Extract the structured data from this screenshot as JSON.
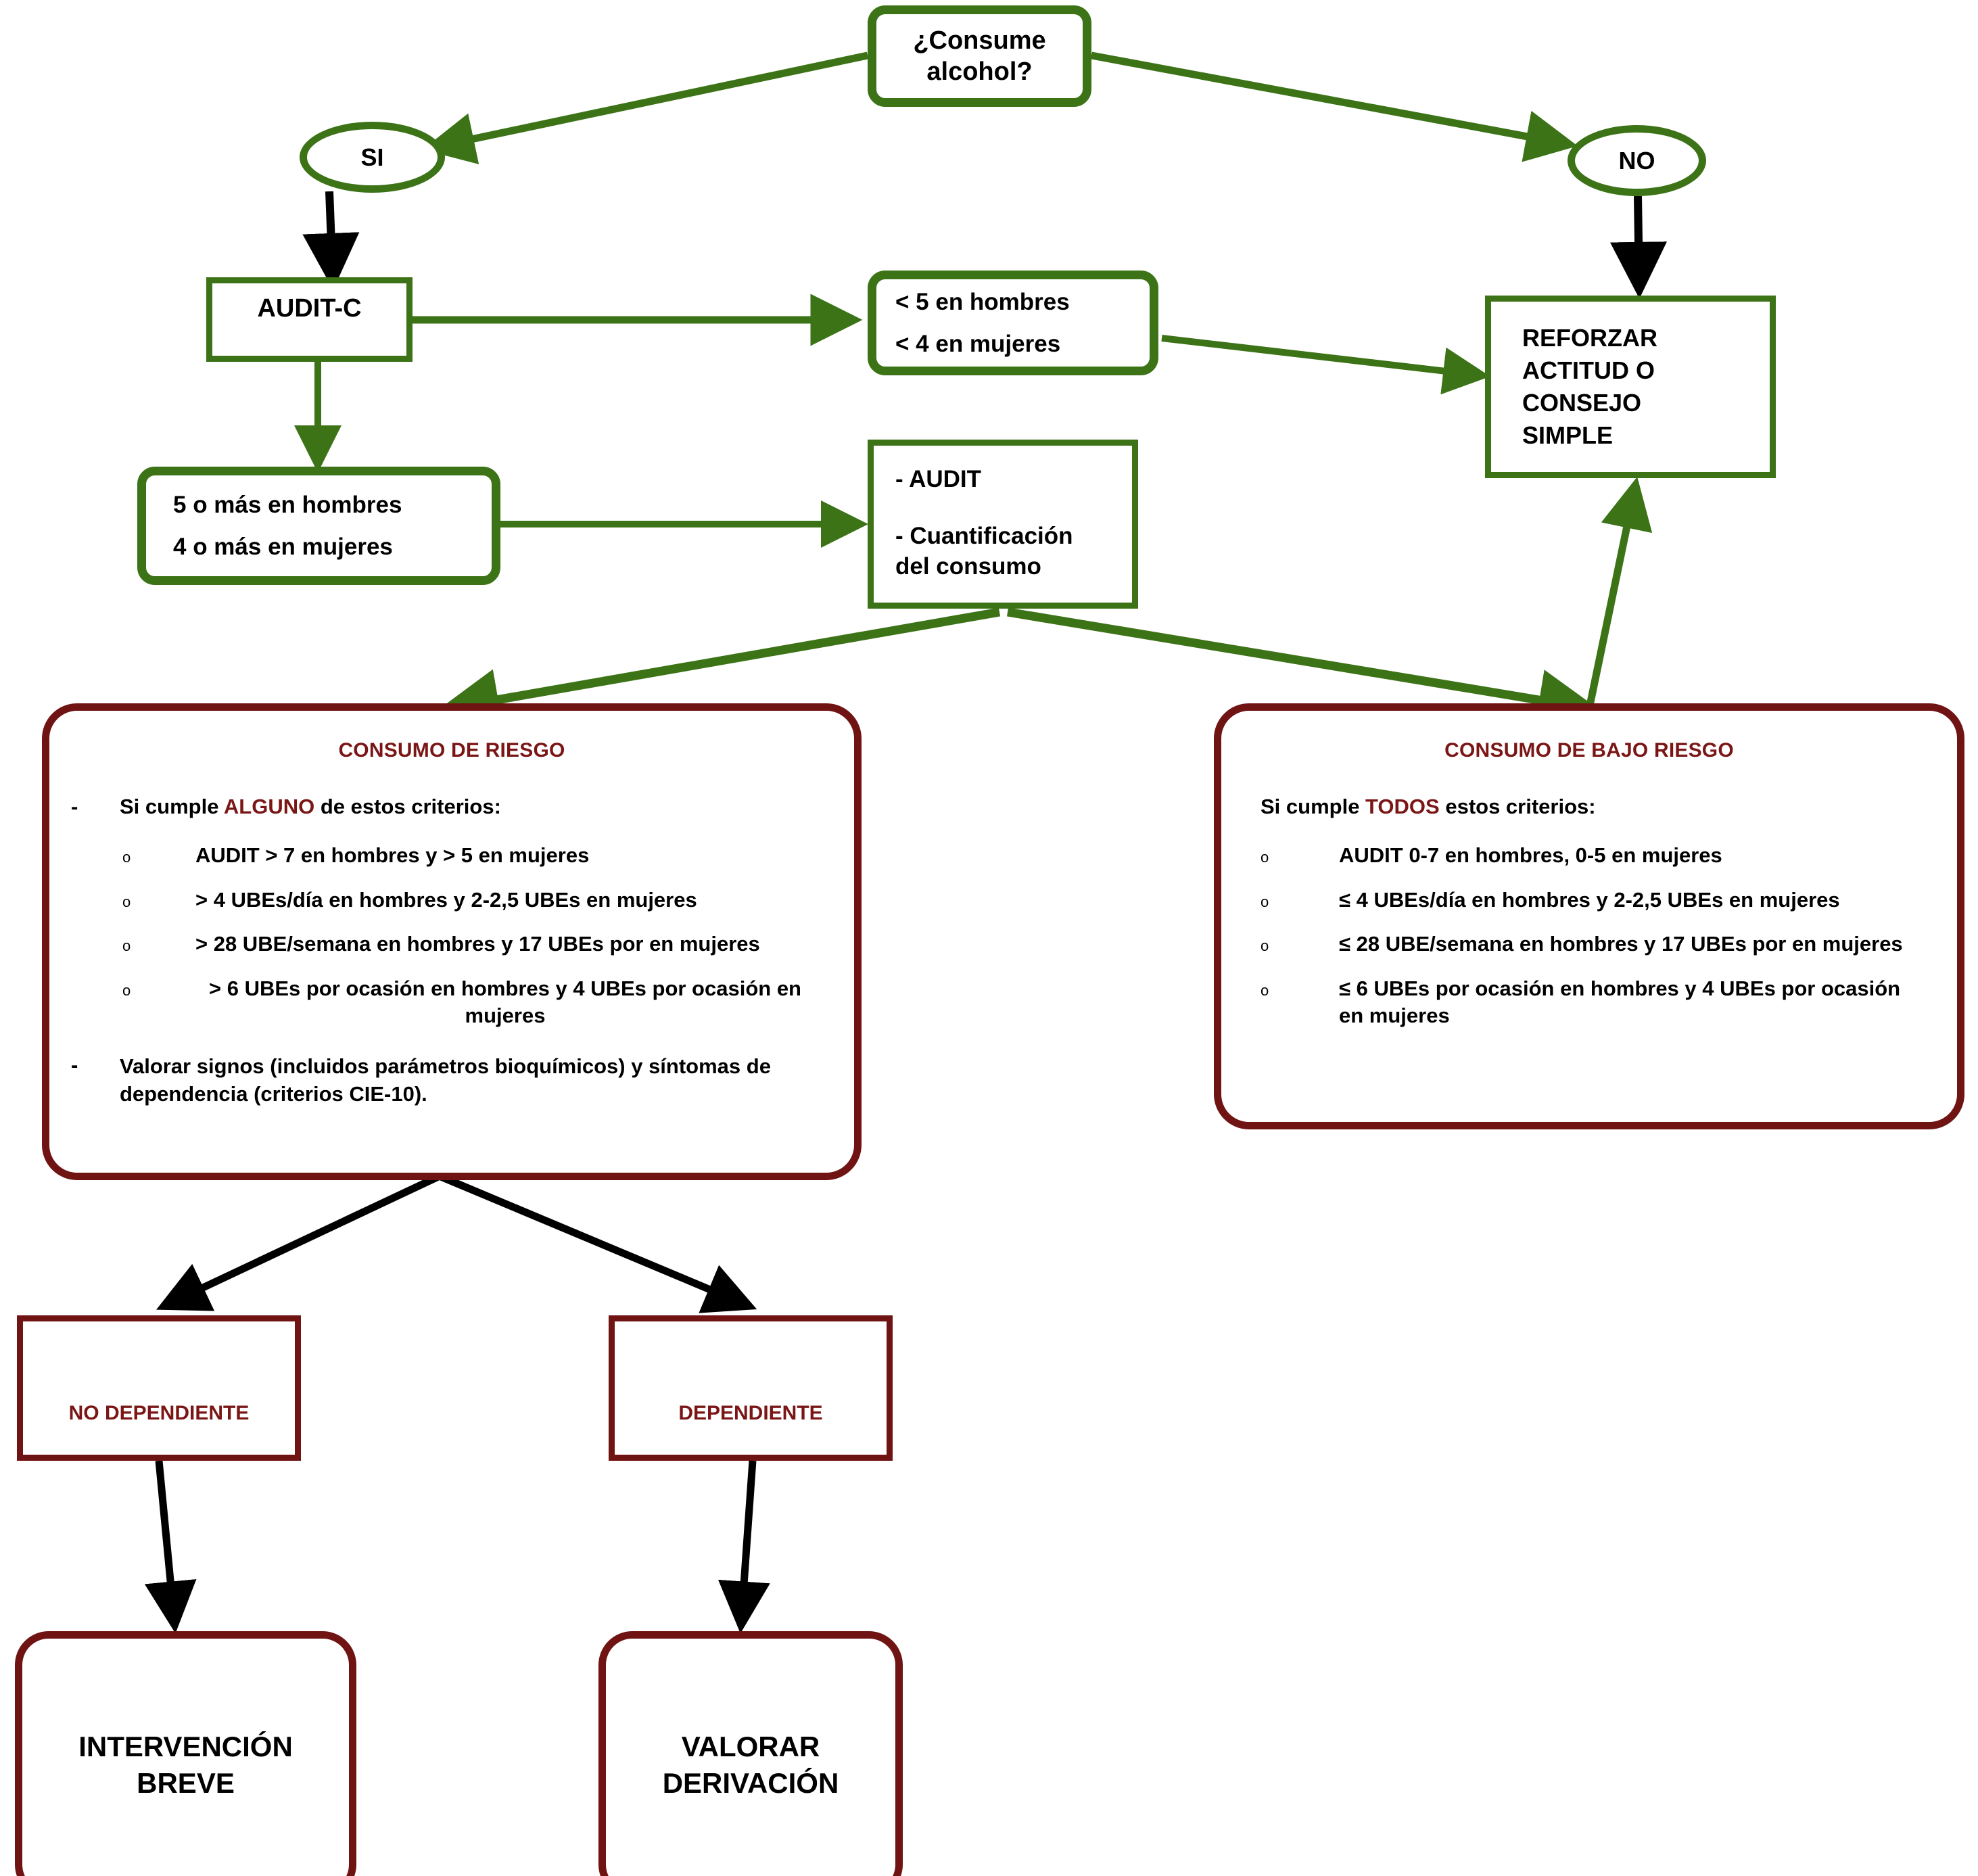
{
  "colors": {
    "green": "#3c7317",
    "dark_red": "#6f1313",
    "title_red": "#7b1616",
    "black": "#000000",
    "background": "#ffffff"
  },
  "nodes": {
    "question": {
      "line1": "¿Consume",
      "line2": "alcohol?"
    },
    "yes": {
      "label": "SI"
    },
    "no": {
      "label": "NO"
    },
    "auditc": {
      "label": "AUDIT-C"
    },
    "low_score": {
      "line1": "< 5 en hombres",
      "line2": "< 4 en mujeres"
    },
    "high_score": {
      "line1": "5 o más en hombres",
      "line2": "4 o más en mujeres"
    },
    "assess": {
      "line1": "- AUDIT",
      "line2": "- Cuantificación",
      "line3": "del consumo"
    },
    "reinforce": {
      "line1": "REFORZAR",
      "line2": "ACTITUD O",
      "line3": "CONSEJO",
      "line4": "SIMPLE"
    },
    "not_dependent": {
      "label": "NO DEPENDIENTE"
    },
    "dependent": {
      "label": "DEPENDIENTE"
    },
    "brief_intervention": {
      "line1": "INTERVENCIÓN",
      "line2": "BREVE"
    },
    "referral": {
      "line1": "VALORAR",
      "line2": "DERIVACIÓN"
    }
  },
  "risk_panel": {
    "title": "CONSUMO DE RIESGO",
    "dash_mark": "-",
    "lead_pre": "Si cumple ",
    "lead_em": "ALGUNO",
    "lead_post": " de estos criterios:",
    "bullet_mark": "o",
    "bullets": [
      "AUDIT > 7 en hombres y > 5 en mujeres",
      "> 4 UBEs/día en hombres y 2-2,5 UBEs en mujeres",
      "> 28 UBE/semana en hombres y 17 UBEs por en mujeres",
      "> 6 UBEs por ocasión en hombres y 4 UBEs por ocasión en mujeres"
    ],
    "footer": "Valorar signos (incluidos parámetros bioquímicos) y síntomas de dependencia (criterios CIE-10)."
  },
  "low_risk_panel": {
    "title": "CONSUMO DE BAJO RIESGO",
    "lead_pre": "Si cumple ",
    "lead_em": "TODOS",
    "lead_post": " estos criterios:",
    "bullet_mark": "o",
    "bullets": [
      "AUDIT 0-7 en hombres, 0-5 en mujeres",
      "≤ 4 UBEs/día en hombres y 2-2,5 UBEs en mujeres",
      "≤ 28 UBE/semana en hombres y 17 UBEs por en mujeres",
      "≤ 6 UBEs por ocasión en hombres y  4 UBEs por ocasión en mujeres"
    ]
  }
}
